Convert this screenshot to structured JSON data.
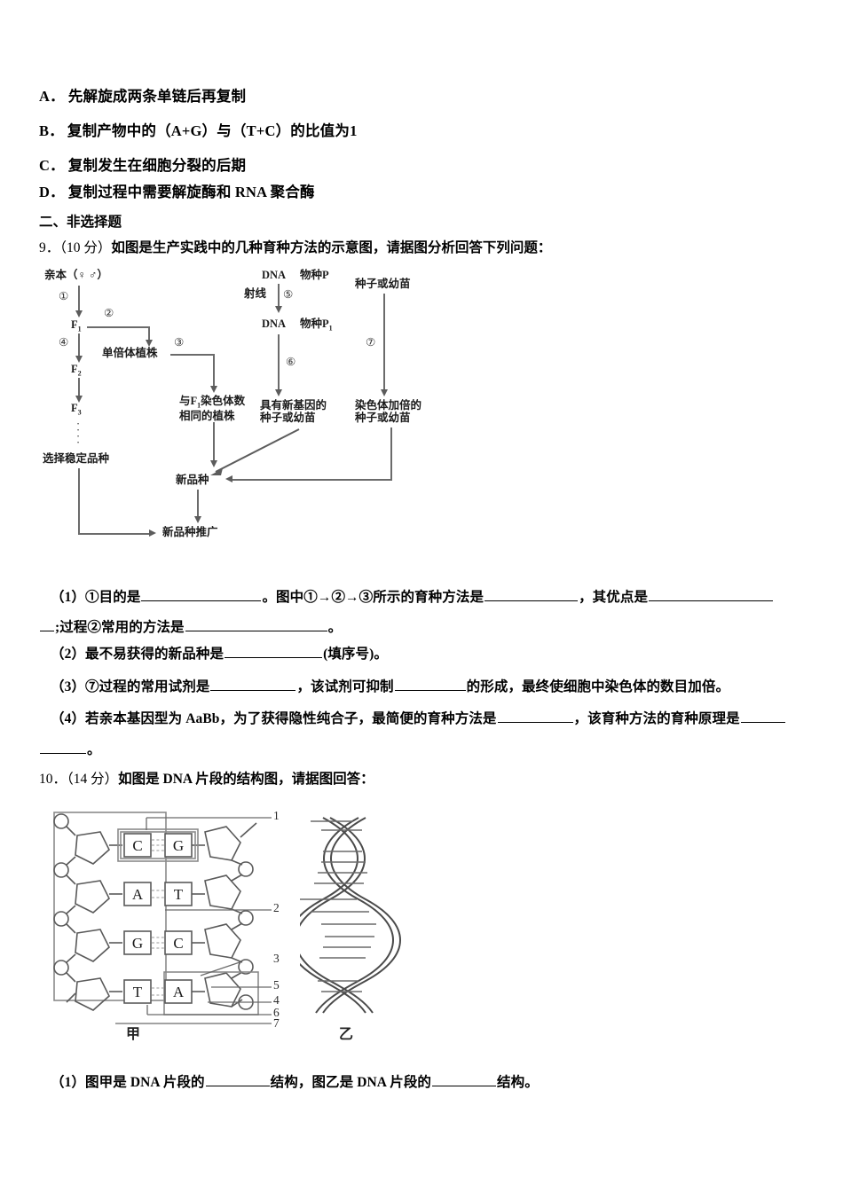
{
  "choices": [
    {
      "letter": "A．",
      "text": "先解旋成两条单链后再复制"
    },
    {
      "letter": "B．",
      "text": "复制产物中的（A+G）与（T+C）的比值为1"
    },
    {
      "letter": "C．",
      "text": "复制发生在细胞分裂的后期"
    },
    {
      "letter": "D．",
      "text": "复制过程中需要解旋酶和 RNA 聚合酶"
    }
  ],
  "section_heading": "二、非选择题",
  "question9": {
    "number": "9．",
    "score": "（10 分）",
    "stem": "如图是生产实践中的几种育种方法的示意图，请据图分析回答下列问题：",
    "diagram": {
      "parent": "亲本（♀ ♂）",
      "f1": "F",
      "f1_sub": "1",
      "f2": "F",
      "f2_sub": "2",
      "f3": "F",
      "f3_sub": "3",
      "haploid_plant": "单倍体植株",
      "same_chrom_plant_line1": "与F",
      "same_chrom_plant_sub": "1",
      "same_chrom_plant_line1b": "染色体数",
      "same_chrom_plant_line2": "相同的植株",
      "select_stable": "选择稳定品种",
      "new_variety": "新品种",
      "promote": "新品种推广",
      "dna_top": "DNA",
      "species_p": "物种P",
      "ray": "射线",
      "dna_bottom": "DNA",
      "species_p1": "物种P",
      "species_p1_sub": "1",
      "seed_or_seedling": "种子或幼苗",
      "new_gene_line1": "具有新基因的",
      "new_gene_line2": "种子或幼苗",
      "chrom_double_line1": "染色体加倍的",
      "chrom_double_line2": "种子或幼苗",
      "marks": [
        "①",
        "②",
        "③",
        "④",
        "⑤",
        "⑥",
        "⑦"
      ]
    },
    "sub1_a": "（1）①目的是",
    "sub1_b": "。图中①→②→③所示的育种方法是",
    "sub1_c": "，其优点是",
    "sub1_d": ";过程②常用的方法是",
    "sub1_e": "。",
    "sub2_a": "（2）最不易获得的新品种是",
    "sub2_b": "(填序号)。",
    "sub3_a": "（3）⑦过程的常用试剂是",
    "sub3_b": "，该试剂可抑制",
    "sub3_c": "的形成，最终使细胞中染色体的数目加倍。",
    "sub4_a": "（4）若亲本基因型为 AaBb，为了获得隐性纯合子，最简便的育种方法是",
    "sub4_b": "，该育种方法的育种原理是",
    "sub4_c": "。"
  },
  "question10": {
    "number": "10．",
    "score": "（14 分）",
    "stem": "如图是 DNA 片段的结构图，请据图回答：",
    "diagram": {
      "base_pairs": [
        {
          "left": "C",
          "right": "G",
          "bonds": 3
        },
        {
          "left": "A",
          "right": "T",
          "bonds": 2
        },
        {
          "left": "G",
          "right": "C",
          "bonds": 3
        },
        {
          "left": "T",
          "right": "A",
          "bonds": 2
        }
      ],
      "leader_labels": [
        "1",
        "2",
        "3",
        "5",
        "4",
        "6",
        "7"
      ],
      "caption_left": "甲",
      "caption_right": "乙"
    },
    "sub1_a": "（1）图甲是 DNA 片段的",
    "sub1_b": "结构，图乙是 DNA 片段的",
    "sub1_c": "结构。"
  }
}
